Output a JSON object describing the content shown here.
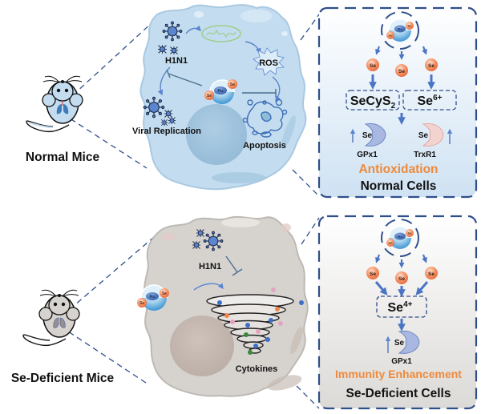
{
  "colors": {
    "normal_cell_fill": "#c3dcef",
    "normal_cell_stroke": "#a9c9e2",
    "deficient_cell_fill": "#d6d3cf",
    "deficient_cell_stroke": "#bdb9b4",
    "dash_blue": "#2f4f8a",
    "arrow_blue": "#4a74c4",
    "virus_blue": "#5b86cf",
    "se_orange": "#f3875a",
    "accent_orange": "#ee8a3c",
    "text_black": "#111111",
    "gpx1_fill": "#a9b8e0",
    "trxr1_fill": "#f3d3d0"
  },
  "panels": [
    {
      "id": "normal",
      "mouse_label": "Normal Mice",
      "cell": {
        "virus_label": "H1N1",
        "viral_replication_label": "Viral Replication",
        "ros_label": "ROS",
        "apoptosis_label": "Apoptosis",
        "nanoparticle": {
          "core_label": "Ru",
          "se_label": "Se"
        }
      },
      "box": {
        "nanoparticle": {
          "core_label": "Ru",
          "se_label": "Se"
        },
        "se_balls": [
          "Se",
          "Se",
          "Se"
        ],
        "species": [
          {
            "base": "SeCyS",
            "sub": "2",
            "sup": ""
          },
          {
            "base": "Se",
            "sub": "",
            "sup": "6+"
          }
        ],
        "enzymes": [
          {
            "name": "GPx1",
            "se_label": "Se",
            "trend": "up"
          },
          {
            "name": "TrxR1",
            "se_label": "Se",
            "trend": "up"
          }
        ],
        "effect_label": "Antioxidation",
        "cell_label": "Normal Cells"
      }
    },
    {
      "id": "deficient",
      "mouse_label": "Se-Deficient Mice",
      "cell": {
        "virus_label": "H1N1",
        "cytokines_label": "Cytokines",
        "nanoparticle": {
          "core_label": "Ru",
          "se_label": "Se"
        }
      },
      "box": {
        "nanoparticle": {
          "core_label": "Ru",
          "se_label": "Se"
        },
        "se_balls": [
          "Se",
          "Se",
          "Se"
        ],
        "species": [
          {
            "base": "Se",
            "sub": "",
            "sup": "4+"
          }
        ],
        "enzymes": [
          {
            "name": "GPx1",
            "se_label": "Se",
            "trend": "up"
          }
        ],
        "effect_label": "Immunity Enhancement",
        "cell_label": "Se-Deficient Cells"
      }
    }
  ]
}
